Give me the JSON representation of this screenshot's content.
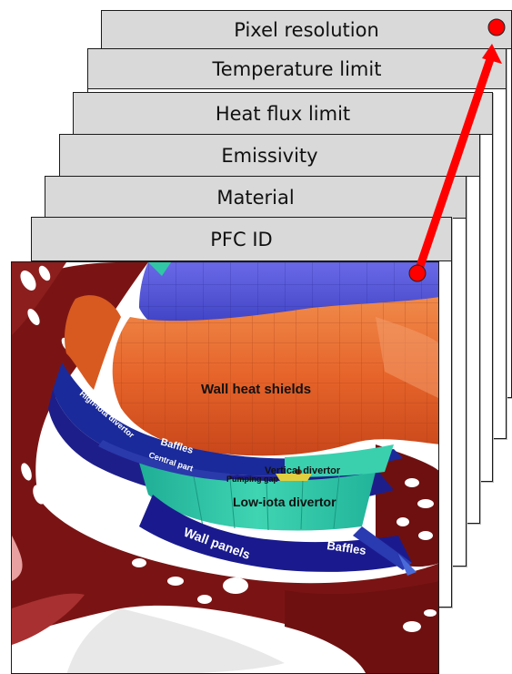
{
  "layers": [
    {
      "id": "pixel",
      "label": "Pixel resolution"
    },
    {
      "id": "temp",
      "label": "Temperature limit"
    },
    {
      "id": "heat",
      "label": "Heat flux limit"
    },
    {
      "id": "emis",
      "label": "Emissivity"
    },
    {
      "id": "material",
      "label": "Material"
    },
    {
      "id": "pfc",
      "label": "PFC ID"
    }
  ],
  "render_labels": {
    "wall_heat_shields": "Wall heat shields",
    "baffles_top": "Baffles",
    "high_iota": "High-iota divertor",
    "central_part": "Central part",
    "vertical_divertor": "Vertical divertor",
    "pumping_gap": "Pumping gap",
    "low_iota": "Low-iota divertor",
    "wall_panels": "Wall panels",
    "baffles_bottom": "Baffles"
  },
  "colors": {
    "tab_fill": "#d9d9d9",
    "arrow": "#ff0000",
    "marker": "#ff0000",
    "shield_orange": "#e8662a",
    "shield_blue": "#4a4fd0",
    "wall_red": "#7a1414",
    "divertor_cyan": "#2fc7a6",
    "baffle_navy": "#1a2a9a"
  }
}
